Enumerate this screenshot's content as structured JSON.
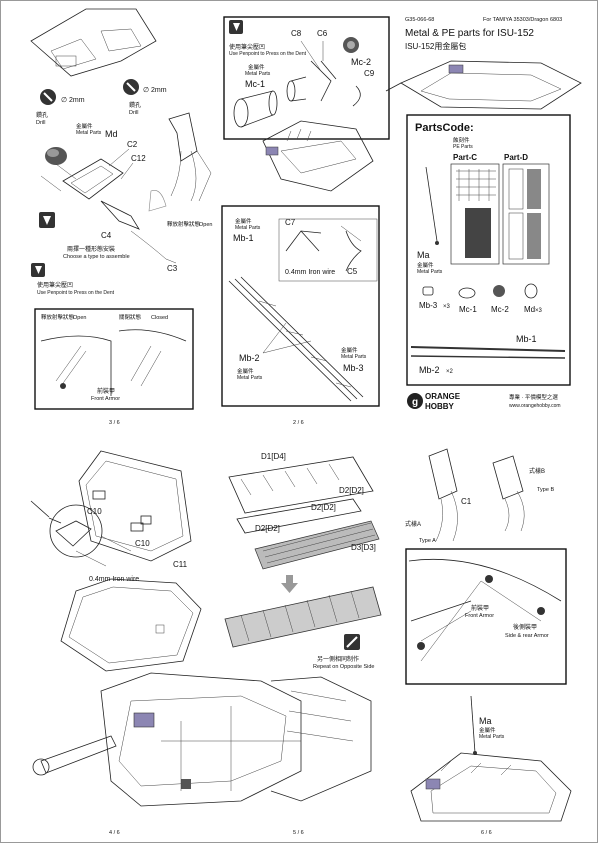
{
  "header": {
    "code": "G35-066-68",
    "fit": "For TAMIYA 35303/Dragon 6803",
    "title": "Metal & PE parts for ISU-152",
    "subtitle": "ISU-152用金屬包"
  },
  "page3": {
    "drill_cn": "鑽孔",
    "drill_en": "Drill",
    "drill_size": "∅ 2mm",
    "metal_cn": "金屬件",
    "metal_en": "Metal Parts",
    "part_md": "Md",
    "part_c2": "C2",
    "part_c12": "C12",
    "part_c4": "C4",
    "part_c3": "C3",
    "choose_cn": "兩擇一種形態安裝",
    "choose_en": "Choose a type to assemble",
    "pen_cn": "使用筆尖壓凹",
    "pen_en": "Use Penpoint to Press on the Dent",
    "open_cn": "釋放射擊狀態",
    "open_en": "Open",
    "closed_cn": "關閉狀態",
    "closed_en": "Closed",
    "front_cn": "前裝甲",
    "front_en": "Front Armor",
    "page_no": "3 / 6"
  },
  "page2": {
    "pen_cn": "使用筆尖壓凹",
    "pen_en": "Use Penpoint to Press on the Dent",
    "c8": "C8",
    "c6": "C6",
    "mc2": "Mc-2",
    "metal_cn": "金屬件",
    "metal_en": "Metal Parts",
    "mc1": "Mc-1",
    "c9": "C9",
    "mb1": "Mb-1",
    "c7": "C7",
    "c5": "C5",
    "wire": "0.4mm Iron wire",
    "mb2": "Mb-2",
    "mb3": "Mb-3",
    "page_no": "2 / 6"
  },
  "parts_code": {
    "title": "PartsCode:",
    "pe_cn": "蝕刻件",
    "pe_en": "PE Parts",
    "part_c": "Part-C",
    "part_d": "Part-D",
    "ma": "Ma",
    "metal_cn": "金屬件",
    "metal_en": "Metal Parts",
    "mb3": "Mb-3",
    "x3a": "×3",
    "mc1": "Mc-1",
    "mc2": "Mc-2",
    "md": "Md",
    "x3b": "×3",
    "mb1": "Mb-1",
    "mb2": "Mb-2",
    "x2": "×2",
    "brand_top": "ORANGE",
    "brand_bottom": "HOBBY",
    "tagline": "專業 · 平價模型之選",
    "url": "www.orangehobby.com"
  },
  "page4": {
    "c10a": "C10",
    "c10b": "C10",
    "c11": "C11",
    "wire": "0.4mm Iron wire",
    "page_no": "4 / 6"
  },
  "page5": {
    "d1": "D1[D4]",
    "d2a": "D2[D2]",
    "d2b": "D2[D2]",
    "d2c": "D2[D2]",
    "d3": "D3[D3]",
    "repeat_cn": "另一側相同制作",
    "repeat_en": "Repeat on Opposite Side",
    "page_no": "5 / 6"
  },
  "page6": {
    "typeb_cn": "式樣B",
    "typeb_en": "Type B",
    "c1": "C1",
    "typea_cn": "式樣A",
    "typea_en": "Type A",
    "front_cn": "前裝甲",
    "front_en": "Front Armor",
    "rear_cn": "後側裝甲",
    "rear_en": "Side & rear Armor",
    "ma": "Ma",
    "metal_cn": "金屬件",
    "metal_en": "Metal Parts",
    "page_no": "6 / 6"
  }
}
